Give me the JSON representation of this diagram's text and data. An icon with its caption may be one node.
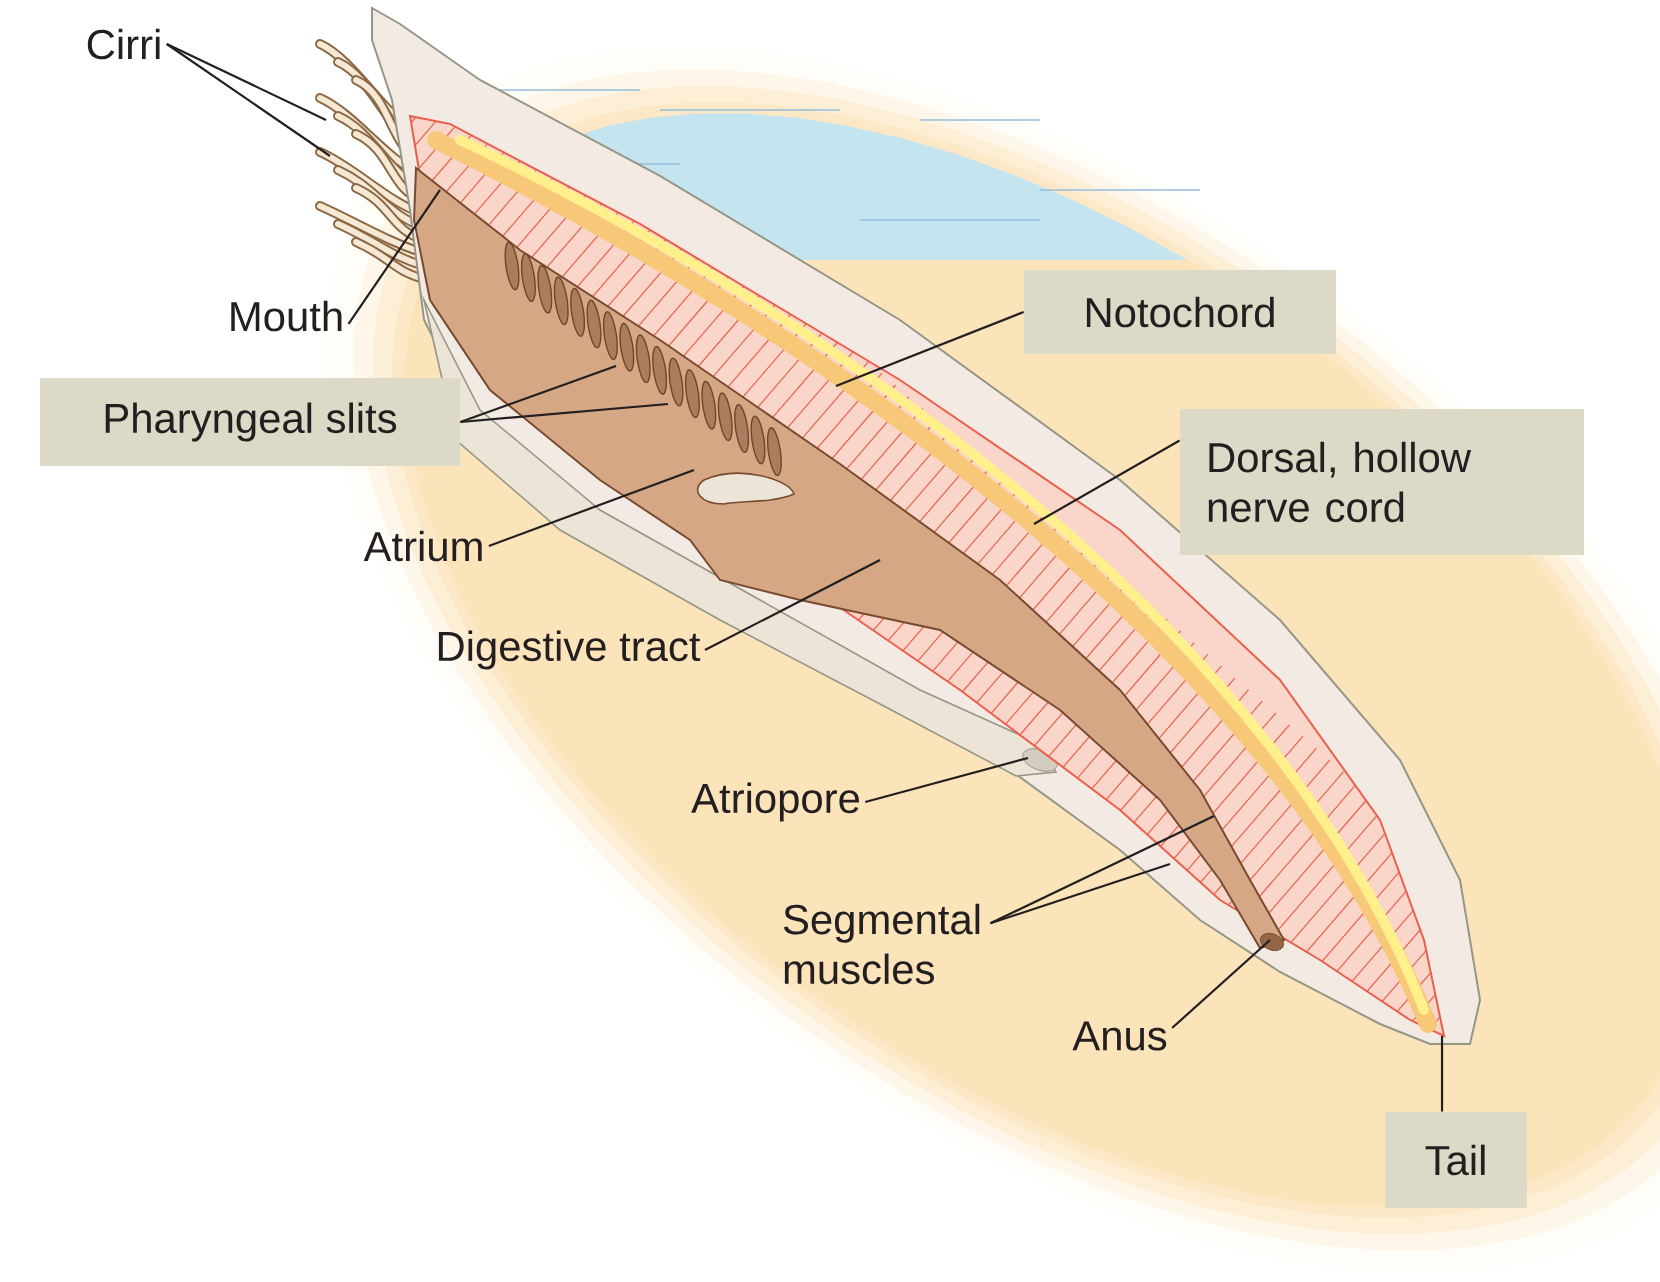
{
  "diagram": {
    "nodes": [
      {
        "text": [
          "Cirri"
        ]
      },
      {
        "text": [
          "Mouth"
        ]
      },
      {
        "text": [
          "Pharyngeal slits"
        ]
      },
      {
        "text": [
          "Notochord"
        ]
      },
      {
        "text": [
          "Dorsal, hollow nerve cord"
        ]
      },
      {
        "text": [
          "Atrium"
        ]
      },
      {
        "text": [
          "Digestive tract"
        ]
      },
      {
        "text": [
          "Atriopore"
        ]
      },
      {
        "text": [
          "Segmental muscles"
        ]
      },
      {
        "text": [
          "Anus"
        ]
      },
      {
        "text": [
          "Tail"
        ]
      }
    ],
    "edges": [
      {
        "from": 0,
        "to": null,
        "arrow": "none"
      },
      {
        "from": 0,
        "to": null,
        "arrow": "none"
      },
      {
        "from": 1,
        "to": null,
        "arrow": "none"
      },
      {
        "from": 2,
        "to": null,
        "arrow": "none"
      },
      {
        "from": 2,
        "to": null,
        "arrow": "none"
      },
      {
        "from": 3,
        "to": null,
        "arrow": "none"
      },
      {
        "from": 4,
        "to": null,
        "arrow": "none"
      },
      {
        "from": 5,
        "to": null,
        "arrow": "none"
      },
      {
        "from": 6,
        "to": null,
        "arrow": "none"
      },
      {
        "from": 7,
        "to": null,
        "arrow": "none"
      },
      {
        "from": 8,
        "to": null,
        "arrow": "none"
      },
      {
        "from": 8,
        "to": null,
        "arrow": "none"
      },
      {
        "from": 9,
        "to": null,
        "arrow": "none"
      },
      {
        "from": 10,
        "to": null,
        "arrow": "none"
      }
    ]
  }
}
